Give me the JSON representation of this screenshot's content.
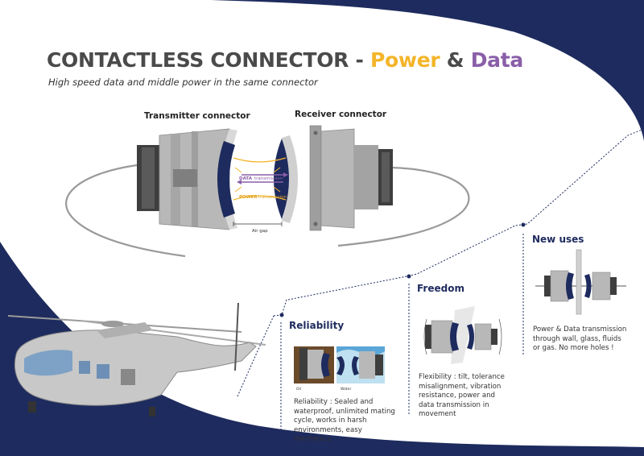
{
  "header": {
    "title_main": "CONTACTLESS CONNECTOR -",
    "title_power": "Power",
    "title_amp": "&",
    "title_data": "Data",
    "subtitle": "High speed data and middle power in the same connector"
  },
  "diagram": {
    "transmitter_label": "Transmitter connector",
    "receiver_label": "Receiver connector",
    "data_word": "DATA",
    "power_word": "POWER",
    "transmission_word": "transmission",
    "air_gap_label": "Air gap"
  },
  "sections": {
    "reliability": {
      "title": "Reliability",
      "desc": "Reliability : Sealed and waterproof, unlimited mating cycle, works in harsh environments, easy mechanics",
      "thumb_left_label": "Oil",
      "thumb_right_label": "Water"
    },
    "freedom": {
      "title": "Freedom",
      "desc": "Flexibility : tilt, tolerance misalignment, vibration resistance, power and data transmission in movement"
    },
    "new_uses": {
      "title": "New uses",
      "desc": "Power & Data transmission through wall, glass, fluids or gas. No more holes !"
    }
  },
  "colors": {
    "navy": "#1e2b5e",
    "power_yellow": "#f3b52a",
    "data_purple": "#8a5ea8",
    "grey_body": "#b5b5b5",
    "dark_grey": "#4a4a4a"
  }
}
